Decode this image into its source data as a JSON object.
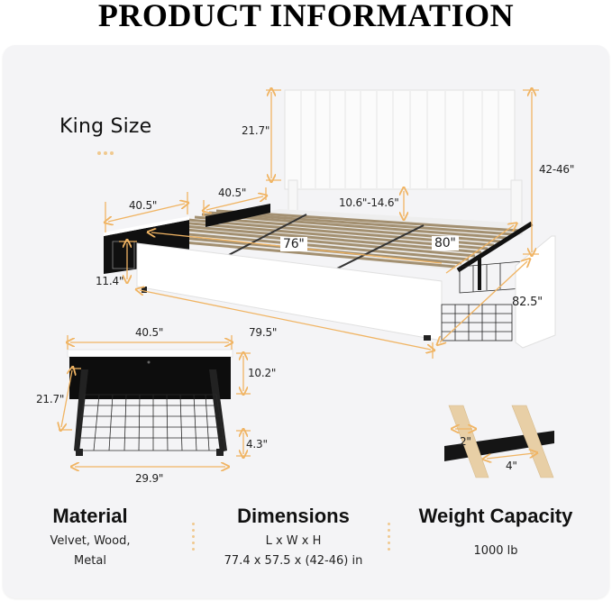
{
  "header": {
    "title": "PRODUCT INFORMATION"
  },
  "size_label": "King Size",
  "dimensions_diagram": {
    "headboard_height": "21.7\"",
    "total_height": "42-46\"",
    "headboard_clearance": "10.6\"-14.6\"",
    "left_drawer_width": "40.5\"",
    "right_drawer_width": "40.5\"",
    "drawer_height": "11.4\"",
    "slat_span_width": "76\"",
    "slat_length": "80\"",
    "side_length": "82.5\"",
    "frame_length": "79.5\""
  },
  "drawer_diagram": {
    "width_top": "40.5\"",
    "depth": "21.7\"",
    "front_height": "10.2\"",
    "basket_height": "4.3\"",
    "basket_width": "29.9\""
  },
  "slat_diagram": {
    "slat_width": "2\"",
    "slat_gap": "4\""
  },
  "features": [
    {
      "title": "Material",
      "lines": [
        "Velvet, Wood,",
        "Metal"
      ]
    },
    {
      "title": "Dimensions",
      "lines": [
        "L x W x H",
        "77.4 x 57.5 x (42-46) in"
      ]
    },
    {
      "title": "Weight Capacity",
      "lines": [
        "1000 lb"
      ]
    }
  ],
  "colors": {
    "accent": "#f0b463",
    "card_bg": "#f4f4f6",
    "frame_dark": "#1a1a1a",
    "slat_wood": "#c9a878"
  }
}
